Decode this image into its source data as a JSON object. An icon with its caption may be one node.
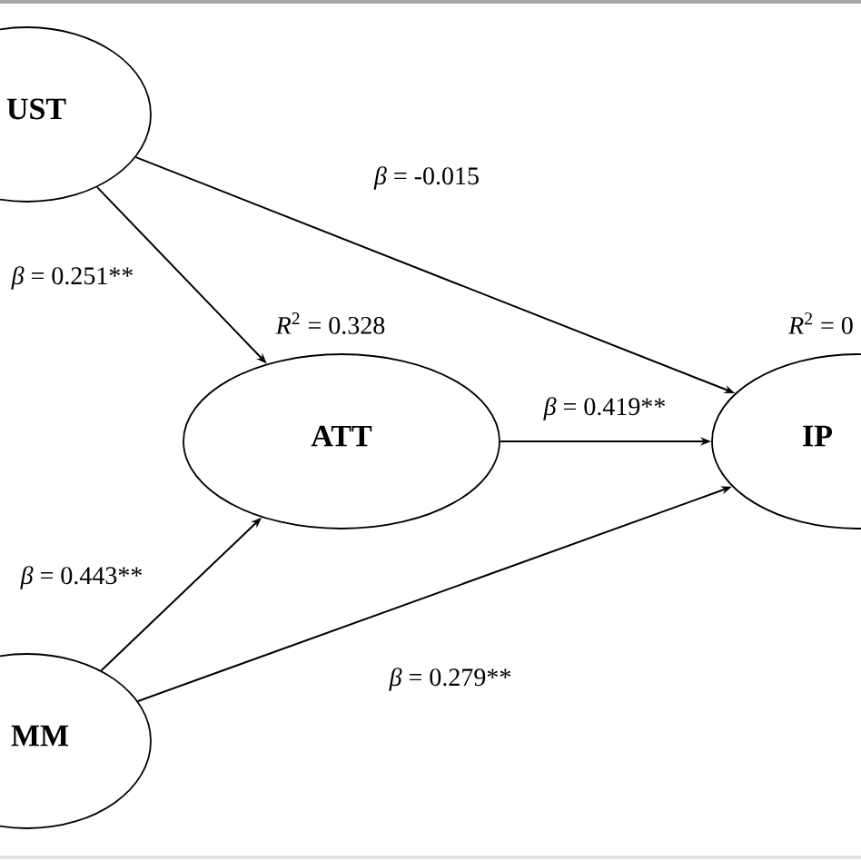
{
  "diagram": {
    "nodes": [
      {
        "text": [
          "UST"
        ]
      },
      {
        "text": [
          "ATT"
        ],
        "beside": [
          "*R*$^{2}$ = 0.328"
        ]
      },
      {
        "text": [
          "IP"
        ],
        "beside": [
          "*R*$^{2}$ = 0"
        ]
      },
      {
        "text": [
          "MM"
        ]
      }
    ],
    "edges": [
      {
        "from": 0,
        "to": 1,
        "arrow": "to",
        "label": "*β* = 0.251**"
      },
      {
        "from": 0,
        "to": 2,
        "arrow": "to",
        "label": "*β* = -0.015"
      },
      {
        "from": 1,
        "to": 2,
        "arrow": "to",
        "label": "*β* = 0.419**"
      },
      {
        "from": 3,
        "to": 1,
        "arrow": "to",
        "label": "*β* = 0.443**"
      },
      {
        "from": 3,
        "to": 2,
        "arrow": "to",
        "label": "*β* = 0.279**"
      }
    ]
  }
}
